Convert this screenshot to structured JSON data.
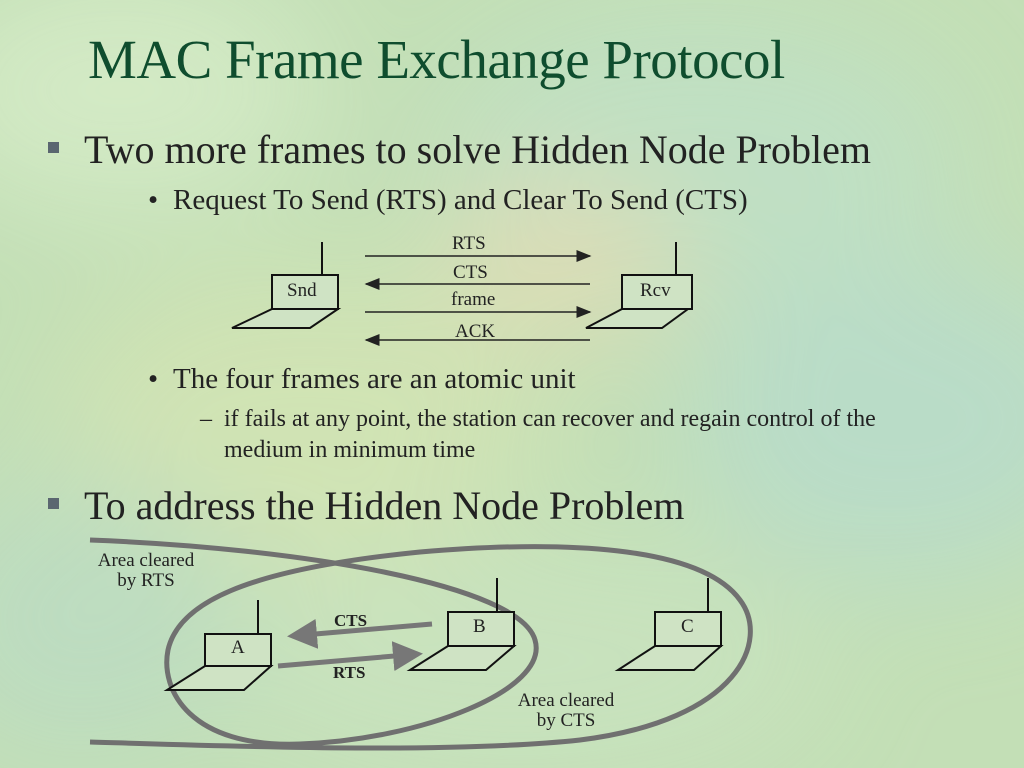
{
  "slide": {
    "title": "MAC Frame Exchange Protocol",
    "bullet1": "Two more frames to solve Hidden Node Problem",
    "bullet1_sub1": "Request To Send (RTS) and Clear To Send (CTS)",
    "bullet1_sub2": "The four frames are an atomic unit",
    "bullet1_sub2_detail_line1": "if fails at any point, the station can recover and regain control of the",
    "bullet1_sub2_detail_line2": "medium in minimum time",
    "bullet2": "To address the Hidden Node Problem",
    "dot": "•",
    "dash": "–"
  },
  "diagram1": {
    "sender": "Snd",
    "receiver": "Rcv",
    "frames": [
      "RTS",
      "CTS",
      "frame",
      "ACK"
    ]
  },
  "diagram2": {
    "nodes": [
      "A",
      "B",
      "C"
    ],
    "cts_label": "CTS",
    "rts_label": "RTS",
    "area_rts_line1": "Area cleared",
    "area_rts_line2": "by RTS",
    "area_cts_line1": "Area cleared",
    "area_cts_line2": "by CTS"
  },
  "colors": {
    "title": "#0f4d2e",
    "background": "#c6e0b8",
    "ellipse": "#707070"
  }
}
